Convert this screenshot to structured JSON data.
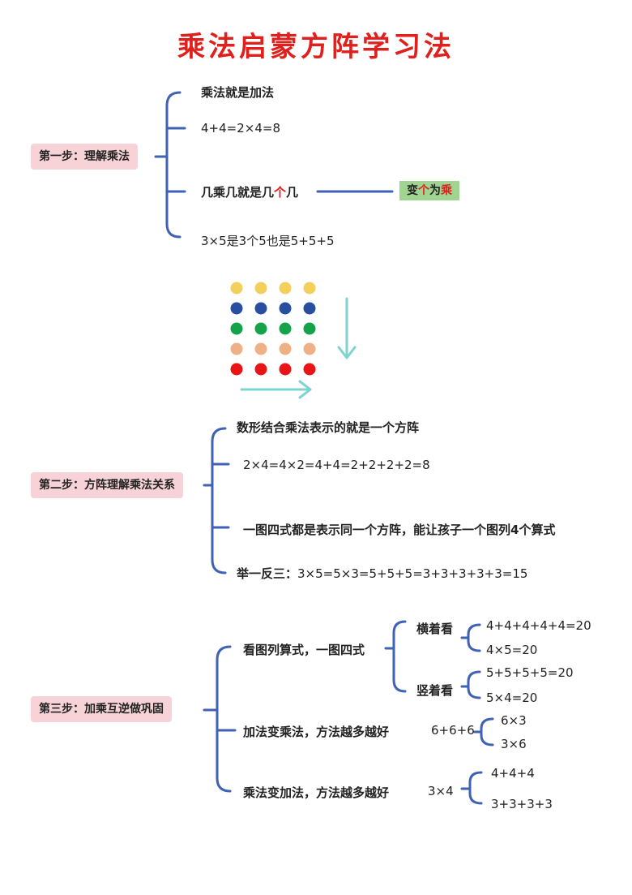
{
  "title": "乘法启蒙方阵学习法",
  "step1": {
    "label": "第一步：理解乘法",
    "items": [
      "乘法就是加法",
      "4+4=2×4=8",
      "3×5是3个5也是5+5+5"
    ],
    "rule": {
      "pre": "几乘几就是几",
      "mid": "个",
      "post": "几"
    },
    "tag": {
      "pre": "变",
      "mid1": "个",
      "post": "为",
      "mid2": "乘"
    }
  },
  "dots": {
    "columns": 4,
    "row_colors": [
      "#f5cf5c",
      "#284f9f",
      "#15a34a",
      "#efb086",
      "#e81416"
    ],
    "arrow_color": "#7fd3d0"
  },
  "step2": {
    "label": "第二步：方阵理解乘法关系",
    "items": [
      "数形结合乘法表示的就是一个方阵",
      "2×4=4×2=4+4=2+2+2+2=8",
      "一图四式都是表示同一个方阵，能让孩子一个图列4个算式"
    ],
    "last": {
      "label": "举一反三：",
      "formula": "3×5=5×3=5+5+5=3+3+3+3+3=15"
    }
  },
  "step3": {
    "label": "第三步：加乘互逆做巩固",
    "branch1": {
      "label": "看图列算式，一图四式",
      "horizontal": {
        "label": "横着看",
        "items": [
          "4+4+4+4+4=20",
          "4×5=20"
        ]
      },
      "vertical": {
        "label": "竖着看",
        "items": [
          "5+5+5+5=20",
          "5×4=20"
        ]
      }
    },
    "branch2": {
      "label": "加法变乘法，方法越多越好",
      "expr": "6+6+6",
      "items": [
        "6×3",
        "3×6"
      ]
    },
    "branch3": {
      "label": "乘法变加法，方法越多越好",
      "expr": "3×4",
      "items": [
        "4+4+4",
        "3+3+3+3"
      ]
    }
  },
  "colors": {
    "bracket": "#3f62b5",
    "title": "#e0201c",
    "step_bg": "#f7d3d8",
    "tag_bg": "#9fd591"
  }
}
